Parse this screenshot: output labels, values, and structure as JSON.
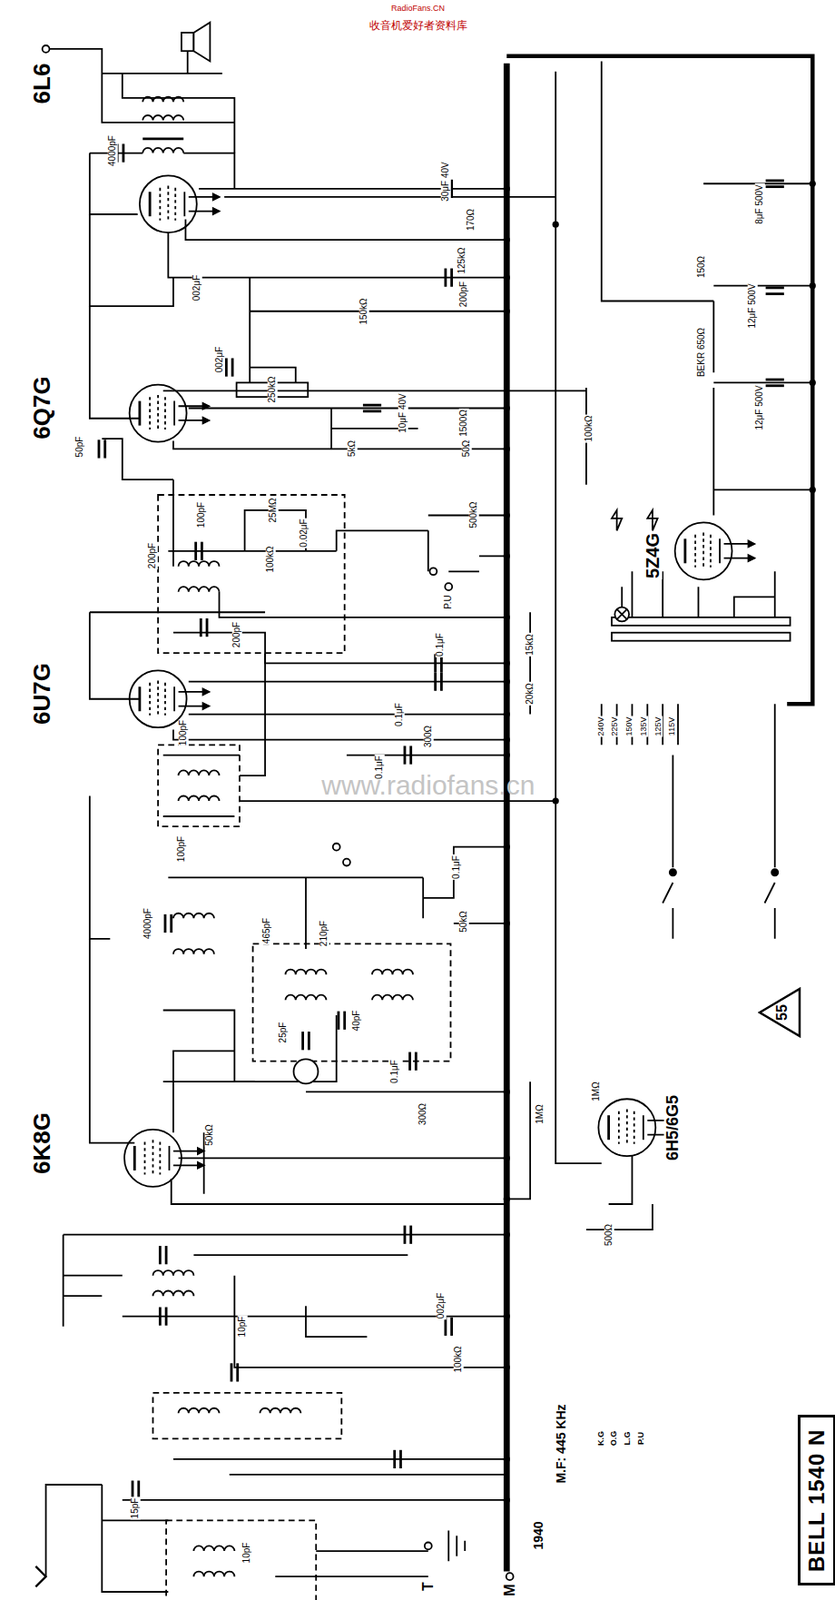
{
  "diagram": {
    "nodes": [
      {
        "text": [
          "BELL 1540 N"
        ]
      },
      {
        "text": [
          "55"
        ]
      }
    ],
    "labels": [
      "RadioFans.CN",
      "收音机爱好者资料库",
      "www.radiofans.cn",
      "6L6",
      "4000pF",
      "30μF 40V",
      "170Ω",
      "125kΩ",
      "200pF",
      "002μF",
      "150kΩ",
      "002μF",
      "250kΩ",
      "6Q7G",
      "50pF",
      "10μF 40V",
      "1500Ω",
      "5kΩ",
      "50Ω",
      "100kΩ",
      "25MΩ",
      "100pF",
      "500kΩ",
      "0.02μF",
      "100kΩ",
      "200pF",
      "P.U",
      "200pF",
      "0.1μF",
      "15kΩ",
      "20kΩ",
      "0.1μF",
      "300Ω",
      "6U7G",
      "100pF",
      "0.1μF",
      "100pF",
      "0.1μF",
      "50kΩ",
      "4000pF",
      "465pF",
      "210pF",
      "40pF",
      "25pF",
      "0.1μF",
      "300Ω",
      "50kΩ",
      "6K8G",
      "1MΩ",
      "1MΩ",
      "6H5/6G5",
      "500Ω",
      "002μF",
      "100kΩ",
      "10pF",
      "15pF",
      "10pF",
      "T",
      "M",
      "1940",
      "M.F: 445 KHz",
      "K.G",
      "O.G",
      "L.G",
      "P.U",
      "5Z4G",
      "8μF 500V",
      "150Ω",
      "12μF 500V",
      "BEKR 650Ω",
      "12μF 500V",
      "240V",
      "225V",
      "150V",
      "135V",
      "125V",
      "115V"
    ]
  }
}
